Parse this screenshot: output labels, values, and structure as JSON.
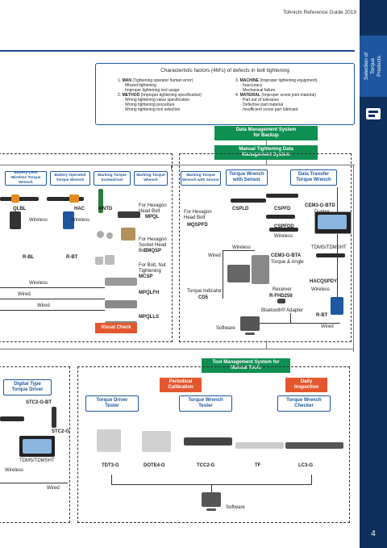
{
  "header": {
    "title": "Tohnichi Reference Guide 2019"
  },
  "sidebar": {
    "section_label": "Selection of Torque Products",
    "icon": "torque-wrench-icon",
    "page_number": "4"
  },
  "colors": {
    "navy": "#0f2f5c",
    "blue": "#1e57a0",
    "green": "#0f8f52",
    "orange": "#e4572e"
  },
  "factors": {
    "title": "Characteristic factors (4M's) of defects in bolt tightening",
    "col1": [
      {
        "head_bold": "MAN",
        "head_rest": " (Tightening operator human error)",
        "number": "1.",
        "items": [
          "· Missed tightening",
          "· Improper tightening tool usage"
        ]
      },
      {
        "head_bold": "METHOD",
        "head_rest": " (Improper tightening specification)",
        "number": "2.",
        "items": [
          "· Wrong tightening value specification",
          "· Wrong tightening procedure",
          "· Wrong tightening tool selection"
        ]
      }
    ],
    "col2": [
      {
        "head_bold": "MACHINE",
        "head_rest": " (Improper tightening equipment)",
        "number": "3.",
        "items": [
          "· Inaccuracy",
          "· Mechanical failure"
        ]
      },
      {
        "head_bold": "MATERIAL",
        "head_rest": " (Improper screw joint material)",
        "number": "4.",
        "items": [
          "· Part out of tolerance",
          "· Defective part material",
          "· Insufficient screw part lubricant"
        ]
      }
    ]
  },
  "data_mgmt": "Data Management System for Backup",
  "manual_mgmt": "Manual Tightening Data Management System",
  "left_categories": [
    "Battery-Less Wireless Torque Wrench",
    "Battery Operated Torque Wrench",
    "Marking Torque Screwdriver",
    "Marking Torque Wrench"
  ],
  "right_categories": [
    "Marking Torque Wrench with Sensor",
    "Torque Wrench with Sensor",
    "Data Transfer Torque Wrench"
  ],
  "left_products": {
    "qlbl": "QLBL",
    "hac": "HAC",
    "mntd": "MNTD",
    "mpql_desc": "For Hexagon Head Bolt",
    "mpql": "MPQL",
    "wireless_1": "Wireless",
    "wireless_2": "Wireless",
    "cmqsp_desc": "For Hexagon Socket Head Bolt",
    "cmqsp": "CMQSP",
    "r_bl": "R-BL",
    "r_bt": "R-BT",
    "mcsp_desc": "For Bolt, Nut Tightening",
    "mcsp": "MCSP",
    "wireless_3": "Wireless",
    "wired_1": "Wired",
    "mpqlfh": "MPQLFH",
    "wired_2": "Wired",
    "mpqlls": "MPQLLS",
    "visual_check": "Visual Check"
  },
  "right_products": {
    "cspld": "CSPLD",
    "cspfd": "CSPFD",
    "cem3_btd": "CEM3-G-BTD",
    "duplex": "Duplex",
    "mqspfd_desc": "For Hexagon Head Bolt",
    "mqspfd": "MQSPFD",
    "cspfdd": "CSPFDD",
    "wireless_a": "Wireless",
    "wireless_b": "Wireless",
    "tdms": "TDMS/TDMSHT",
    "wired_a": "Wired",
    "cem3_bta": "CEM3-G-BTA",
    "torque_angle": "Torque & Angle",
    "hacqspdy": "HACQSPDY",
    "wireless_c": "Wireless",
    "indicator_label": "Torque Indicator",
    "cd5": "CD5",
    "receiver_label": "Receiver",
    "r_fhd256": "R-FHD256",
    "bluetooth": "Bluetooth® Adapter",
    "r_bt": "R-BT",
    "software": "Software",
    "wired_b": "Wired"
  },
  "tool_mgmt": "Tool Management System for Manual Tools",
  "periodical": "Periodical Calibration",
  "daily": "Daily Inspection",
  "digital_driver": "Digital Type Torque Driver",
  "stc2_bt": "STC2-G-BT",
  "stc2": "STC2-G",
  "tdms_bottom": "TDMS/TDMSHT",
  "wireless_bottom": "Wireless",
  "wired_bottom": "Wired",
  "testers": {
    "driver_tester": "Torque Driver Tester",
    "wrench_tester": "Torque Wrench Tester",
    "wrench_checker": "Torque Wrench Checker",
    "models": [
      "TDT3-G",
      "DOTE4-G",
      "TCC2-G",
      "TF",
      "LC3-G"
    ]
  },
  "software_bottom": "Software"
}
